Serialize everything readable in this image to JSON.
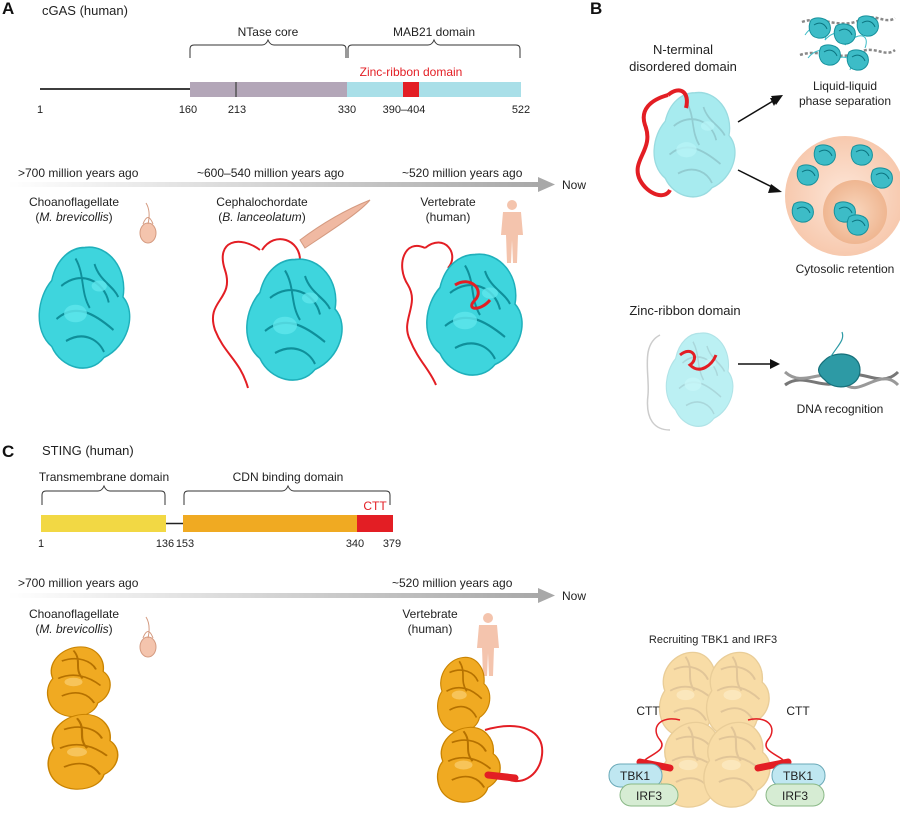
{
  "panels": {
    "a": "A",
    "b": "B",
    "c": "C"
  },
  "cgas": {
    "title": "cGAS (human)",
    "domains": {
      "ntase": "NTase core",
      "mab21": "MAB21 domain",
      "zinc_ribbon": "Zinc-ribbon domain"
    },
    "positions": [
      "1",
      "160",
      "213",
      "330",
      "390–404",
      "522"
    ],
    "timeline": {
      "t1": ">700 million years ago",
      "t2": "~600–540 million years ago",
      "t3": "~520 million years ago",
      "now": "Now"
    },
    "organisms": {
      "choano": "Choanoflagellate",
      "choano_sp": "M. brevicollis",
      "cephalo": "Cephalochordate",
      "cephalo_sp": "B. lanceolatum",
      "vert": "Vertebrate",
      "vert_sp": "human"
    }
  },
  "panel_b": {
    "disordered": "N-terminal",
    "disordered2": "disordered domain",
    "llps": "Liquid-liquid",
    "llps2": "phase separation",
    "retention": "Cytosolic retention",
    "zinc": "Zinc-ribbon domain",
    "dna": "DNA recognition"
  },
  "sting": {
    "title": "STING (human)",
    "domains": {
      "tm": "Transmembrane domain",
      "cdn": "CDN binding domain",
      "ctt": "CTT"
    },
    "positions": [
      "1",
      "136",
      "153",
      "340",
      "379"
    ],
    "timeline": {
      "t1": ">700 million years ago",
      "t3": "~520 million years ago",
      "now": "Now"
    },
    "recruit": "Recruiting TBK1 and IRF3",
    "ctt_left": "CTT",
    "ctt_right": "CTT",
    "tbk1": "TBK1",
    "irf3": "IRF3"
  },
  "colors": {
    "ntase": "#b3a6b8",
    "mab21": "#a9dfe8",
    "zinc": "#e31e24",
    "cyan_protein": "#3ed5dd",
    "tm": "#f2d844",
    "cdn": "#f0aa22",
    "ctt": "#e31e24",
    "tbk1": "#bfe7f1",
    "irf3": "#d6ecd3"
  }
}
